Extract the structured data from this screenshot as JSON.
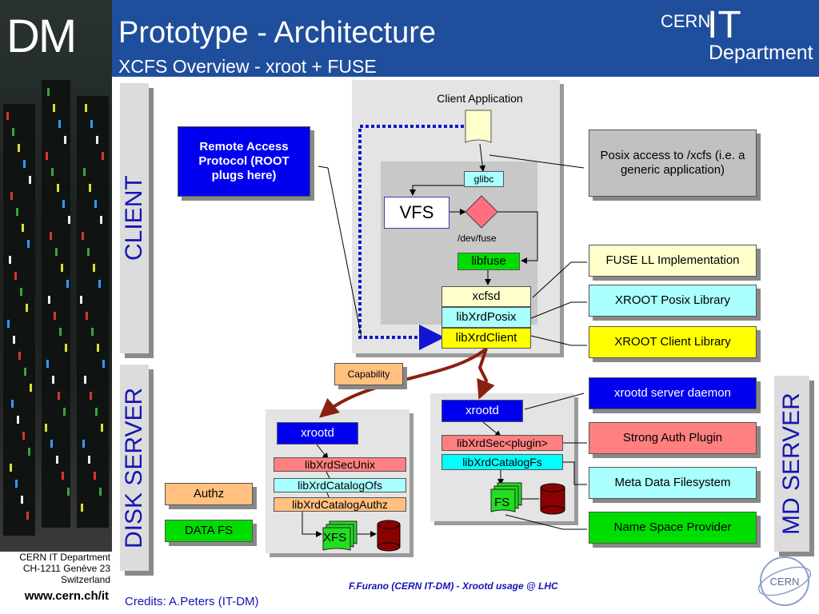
{
  "header": {
    "logo_text": "DM",
    "title": "Prototype - Architecture",
    "subtitle": "XCFS Overview - xroot + FUSE",
    "cern_text": "CERN",
    "it_text": "IT",
    "department_text": "Department"
  },
  "bands": {
    "client": "CLIENT",
    "disk_server": "DISK SERVER",
    "md_server": "MD SERVER"
  },
  "client_panel": {
    "title": "Client Application",
    "glibc": "glibc",
    "vfs": "VFS",
    "dev_fuse": "/dev/fuse",
    "libfuse": "libfuse",
    "xcfsd": "xcfsd",
    "libxrdposix": "libXrdPosix",
    "libxrdclient": "libXrdClient"
  },
  "remote_access": "Remote Access Protocol (ROOT plugs here)",
  "capability": "Capability",
  "annotations": {
    "posix": "Posix access to /xcfs (i.e. a generic application)",
    "fuse_ll": "FUSE LL Implementation",
    "xroot_posix": "XROOT Posix Library",
    "xroot_client": "XROOT Client Library",
    "xrootd_daemon": "xrootd server daemon",
    "strong_auth": "Strong Auth Plugin",
    "meta_fs": "Meta Data Filesystem",
    "ns_provider": "Name Space Provider"
  },
  "disk_panel": {
    "xrootd": "xrootd",
    "sec": "libXrdSecUnix",
    "catalog": "libXrdCatalogOfs",
    "authz_lib": "libXrdCatalogAuthz",
    "xfs": "XFS"
  },
  "md_panel": {
    "xrootd": "xrootd",
    "sec": "libXrdSec<plugin>",
    "catalog": "libXrdCatalogFs",
    "fs": "FS"
  },
  "disk_side": {
    "authz": "Authz",
    "data_fs": "DATA FS"
  },
  "footer": {
    "address_line1": "CERN IT Department",
    "address_line2": "CH-1211 Genève 23",
    "address_line3": "Switzerland",
    "url": "www.cern.ch/it",
    "credits": "Credits: A.Peters (IT-DM)",
    "center": "F.Furano (CERN IT-DM) - Xrootd usage @ LHC",
    "logo_text": "CERN"
  },
  "colors": {
    "header_bg": "#1f4e9c",
    "label_blue": "#1414b4",
    "remote_blue": "#0000ee",
    "green": "#00dd00",
    "yellow": "#ffff00",
    "light_yellow": "#ffffcc",
    "cyan": "#aaffff",
    "pink": "#ff8080",
    "orange": "#ffc080",
    "gray_box": "#c0c0c0",
    "dark_red": "#8b0000"
  }
}
